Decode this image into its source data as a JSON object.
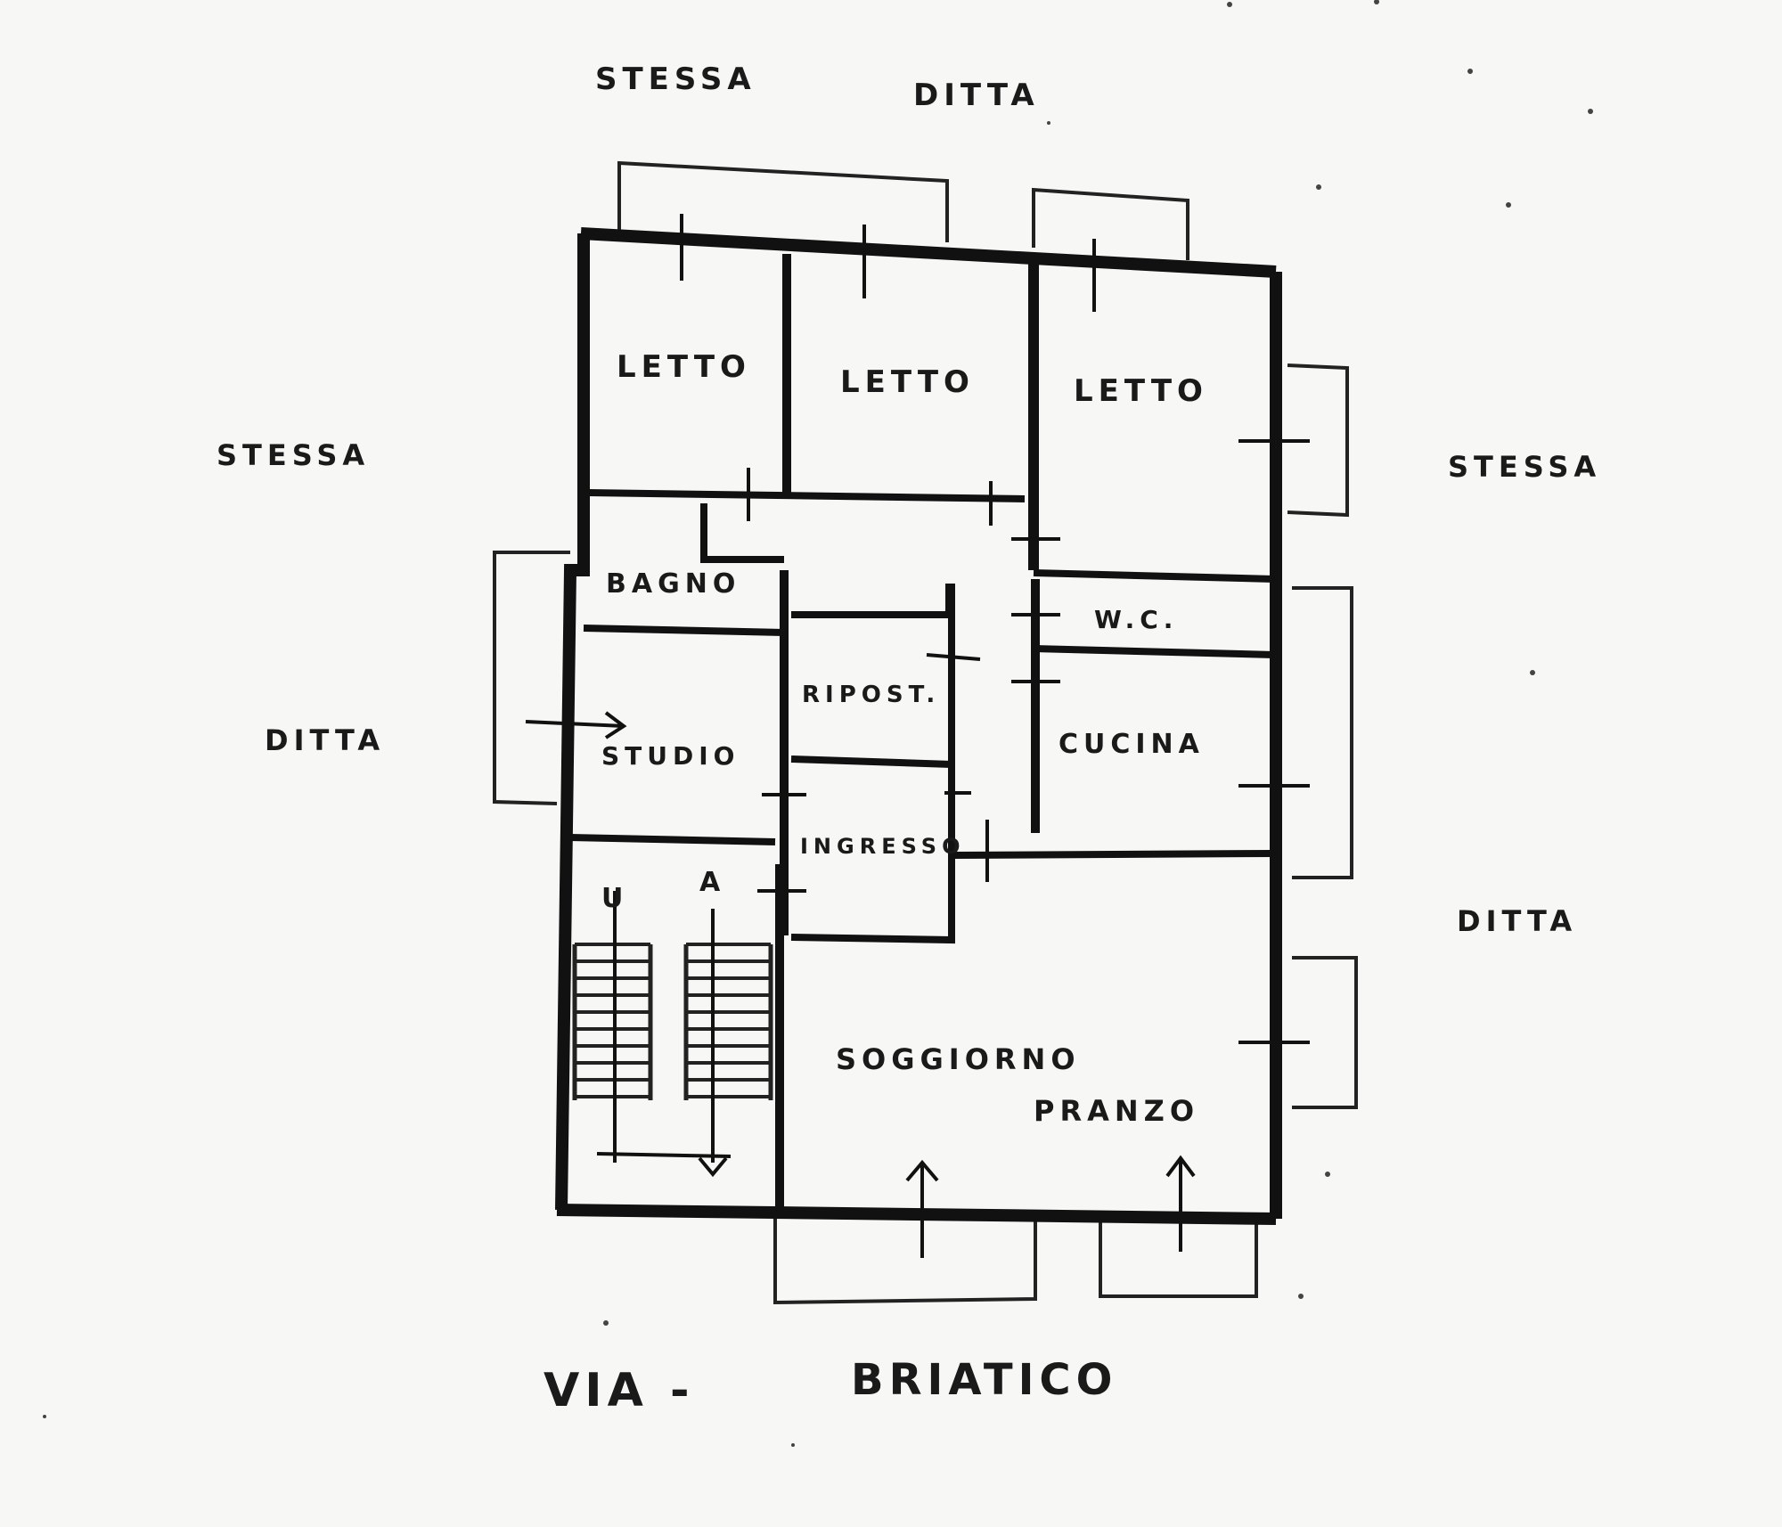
{
  "neighbors": {
    "top_left": "STESSA",
    "top_right": "DITTA",
    "left_upper": "STESSA",
    "left_lower": "DITTA",
    "right_upper": "STESSA",
    "right_lower": "DITTA"
  },
  "rooms": {
    "letto_1": "LETTO",
    "letto_2": "LETTO",
    "letto_3": "LETTO",
    "bagno": "BAGNO",
    "wc": "W.C.",
    "ripost": "RIPOST.",
    "studio": "STUDIO",
    "cucina": "CUCINA",
    "ingresso": "INGRESSO",
    "soggiorno": "SOGGIORNO",
    "pranzo": "PRANZO"
  },
  "street": {
    "prefix": "VIA -",
    "name": "BRIATICO"
  },
  "stair_marks": {
    "up": "U",
    "down": "A"
  },
  "colors": {
    "ink": "#111111",
    "paper": "#f7f7f5"
  }
}
